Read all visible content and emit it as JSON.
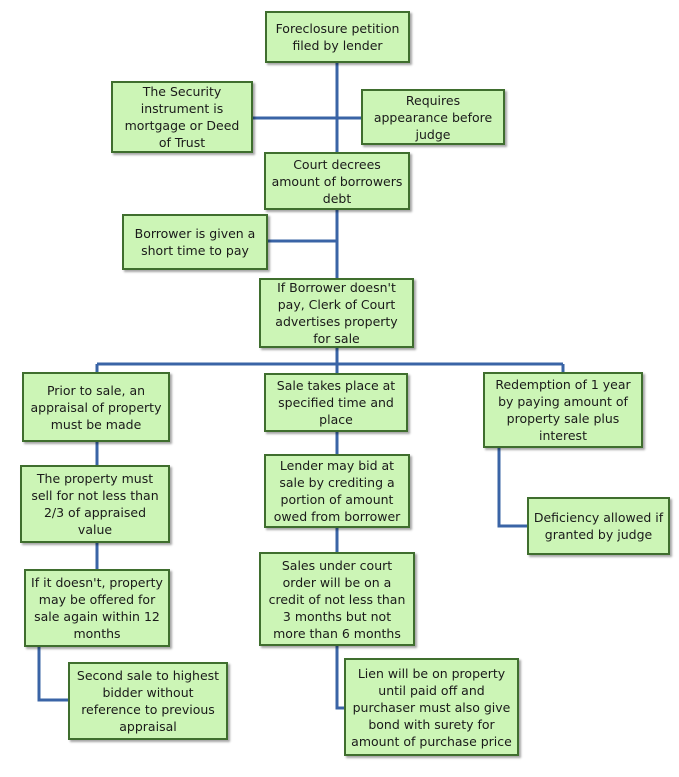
{
  "boxes": {
    "petition": "Foreclosure petition filed by lender",
    "security": "The Security instrument is mortgage or Deed of Trust",
    "appearance": "Requires appearance before judge",
    "decree": "Court decrees amount of borrowers debt",
    "time_to_pay": "Borrower is given a short time to pay",
    "advertise": "If Borrower doesn't pay, Clerk of Court advertises property for sale",
    "appraisal": "Prior to sale, an appraisal of property must be made",
    "two_thirds": "The property must sell for not less than 2/3 of appraised value",
    "offered_again": "If it doesn't, property may be offered for sale again within 12 months",
    "second_sale": "Second sale to highest bidder without reference to previous appraisal",
    "sale_time": "Sale takes place at specified time and place",
    "lender_bid": "Lender may bid at sale by crediting a portion of amount owed from borrower",
    "credit_terms": "Sales under court order will be on a credit of not less than 3 months but not more than 6 months",
    "lien": "Lien will be on property until paid off and purchaser must also give bond with surety for amount of purchase price",
    "redemption": "Redemption of 1 year by paying amount of property sale plus interest",
    "deficiency": "Deficiency allowed if granted by judge"
  },
  "colors": {
    "box_fill": "#ccf5b6",
    "box_border": "#3f6e2e",
    "connector": "#3a64a6"
  }
}
